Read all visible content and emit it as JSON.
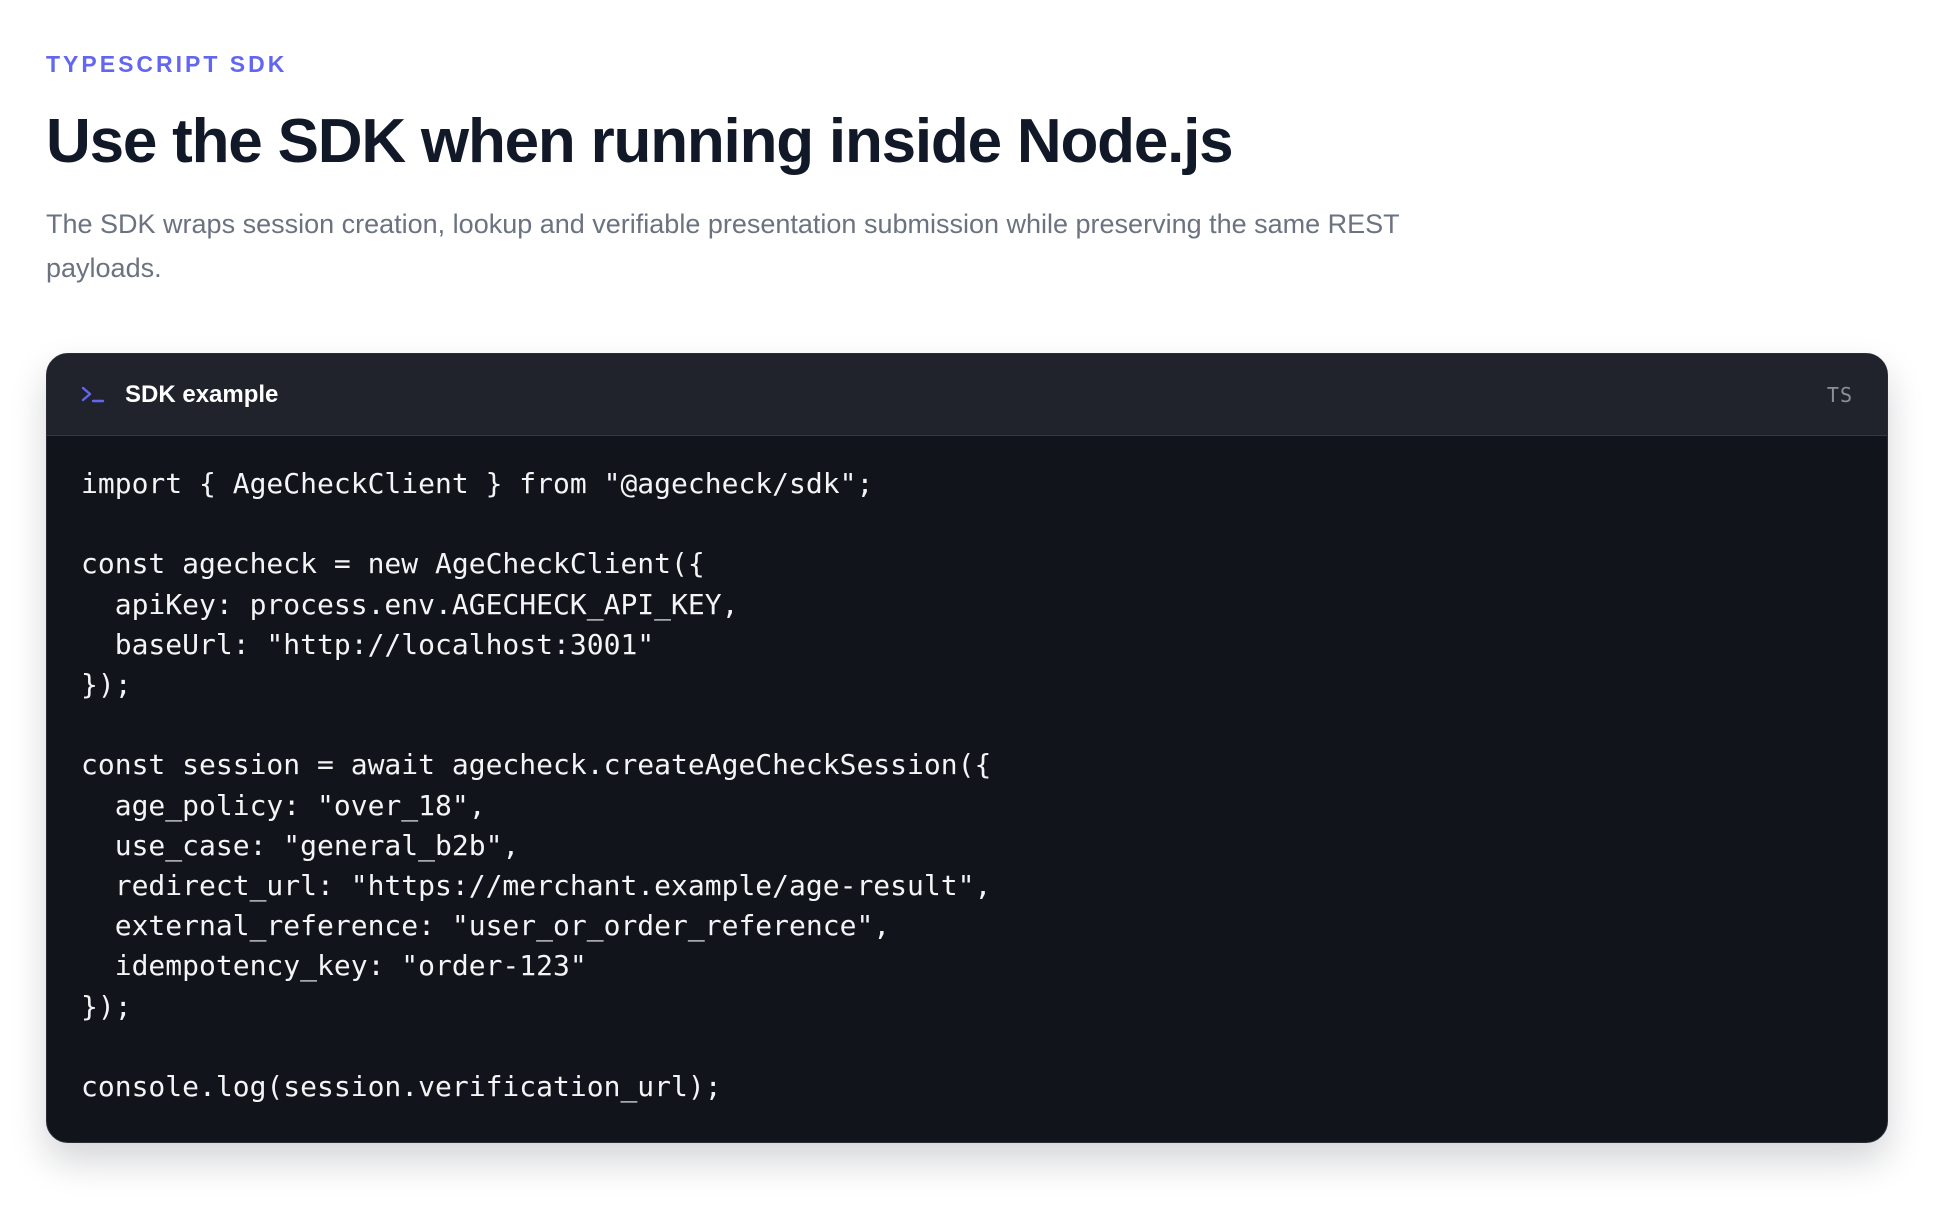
{
  "section": {
    "eyebrow": "TYPESCRIPT SDK",
    "title": "Use the SDK when running inside Node.js",
    "description": "The SDK wraps session creation, lookup and verifiable presentation submission while preserving the same REST payloads."
  },
  "code_block": {
    "title": "SDK example",
    "language": "TS",
    "icon": "terminal-icon",
    "lines": [
      "import { AgeCheckClient } from \"@agecheck/sdk\";",
      "",
      "const agecheck = new AgeCheckClient({",
      "  apiKey: process.env.AGECHECK_API_KEY,",
      "  baseUrl: \"http://localhost:3001\"",
      "});",
      "",
      "const session = await agecheck.createAgeCheckSession({",
      "  age_policy: \"over_18\",",
      "  use_case: \"general_b2b\",",
      "  redirect_url: \"https://merchant.example/age-result\",",
      "  external_reference: \"user_or_order_reference\",",
      "  idempotency_key: \"order-123\"",
      "});",
      "",
      "console.log(session.verification_url);"
    ]
  },
  "colors": {
    "accent": "#6366f1",
    "code_background": "#12141b",
    "code_header": "#20232c",
    "muted_text": "#6b7280"
  }
}
